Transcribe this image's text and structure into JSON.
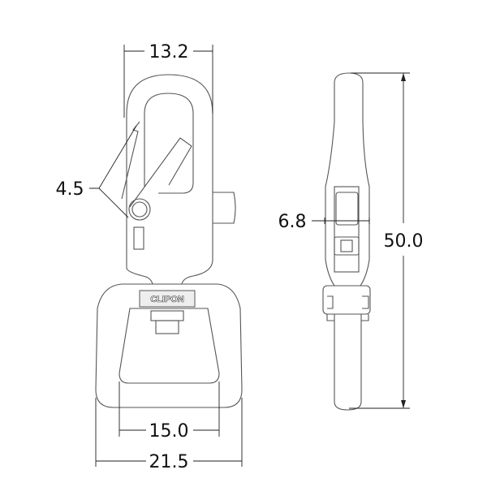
{
  "drawing": {
    "front_view": {
      "brand_marking": "CLIPON",
      "dimensions": {
        "top_width": "13.2",
        "gate_opening": "4.5",
        "inner_width": "15.0",
        "outer_width": "21.5"
      }
    },
    "side_view": {
      "dimensions": {
        "thickness": "6.8",
        "overall_length": "50.0"
      }
    },
    "colors": {
      "line": "#555555",
      "dimension": "#222222",
      "background": "#ffffff"
    }
  }
}
